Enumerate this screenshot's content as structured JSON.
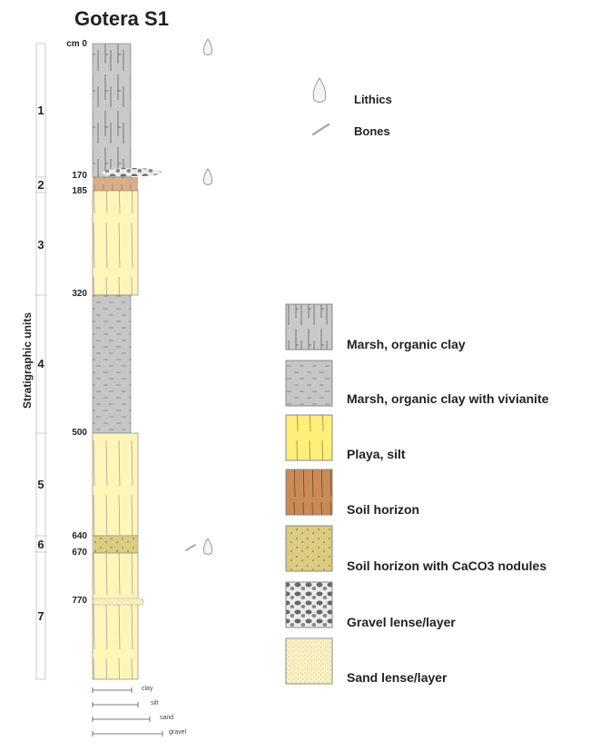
{
  "title": "Gotera S1",
  "y_axis_label": "Stratigraphic units",
  "depth_labels": [
    "cm 0",
    "170",
    "185",
    "320",
    "500",
    "640",
    "670",
    "770"
  ],
  "units": [
    "1",
    "2",
    "3",
    "4",
    "5",
    "6",
    "7"
  ],
  "finds_key": [
    {
      "icon": "lithic-icon",
      "label": "Lithics"
    },
    {
      "icon": "bone-icon",
      "label": "Bones"
    }
  ],
  "legend": [
    {
      "label": "Marsh, organic clay",
      "color": "#c8c8c8"
    },
    {
      "label": "Marsh, organic clay with vivianite",
      "color": "#c4c4c8"
    },
    {
      "label": "Playa, silt",
      "color": "#fdf08c"
    },
    {
      "label": "Soil horizon",
      "color": "#c98a55"
    },
    {
      "label": "Soil horizon with CaCO3 nodules",
      "color": "#dcc86c"
    },
    {
      "label": "Gravel lense/layer",
      "color": "#e8e8e8"
    },
    {
      "label": "Sand lense/layer",
      "color": "#fbf4c8"
    }
  ],
  "grain_scale": [
    "clay",
    "silt",
    "sand",
    "gravel"
  ]
}
